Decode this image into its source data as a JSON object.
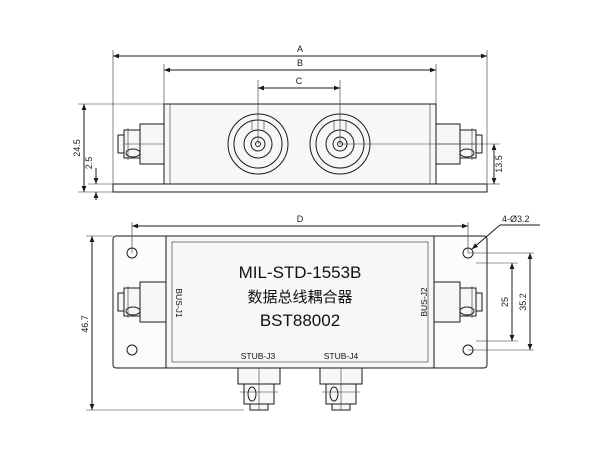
{
  "dimensions": {
    "overall_length": "A",
    "body_length": "B",
    "connector_spacing": "C",
    "mount_hole_spacing": "D",
    "side_height": "24.5",
    "base_thickness": "2.5",
    "connector_height": "13.5",
    "hole_spec": "4-Ø3.2",
    "plate_width": "46.7",
    "hole_spacing_vertical": "35.2",
    "stub_spacing": "25"
  },
  "label": {
    "model": "MIL-STD-1553B",
    "name_cn": "数据总线耦合器",
    "part_number": "BST88002"
  },
  "ports": {
    "bus_left": "BUS-J1",
    "bus_right": "BUS-J2",
    "stub_left": "STUB-J3",
    "stub_right": "STUB-J4"
  }
}
